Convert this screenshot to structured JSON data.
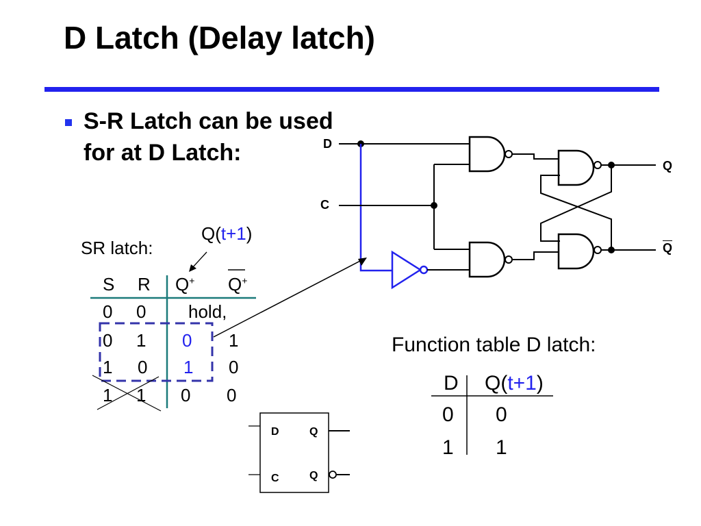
{
  "title": "D Latch (Delay latch)",
  "bullet": {
    "line1": "S-R Latch can be used",
    "line2": "for at D Latch:"
  },
  "circuit": {
    "input_d": "D",
    "input_c": "C",
    "output_q": "Q",
    "output_qbar": "Q"
  },
  "sr_latch": {
    "label": "SR latch:",
    "next_state": {
      "q": "Q(",
      "t": "t+1",
      "close": ")"
    },
    "headers": {
      "s": "S",
      "r": "R",
      "qplus": "Q",
      "qplus_sup": "+",
      "qbar_plus": "Q",
      "qbar_plus_sup": "+"
    },
    "rows": [
      {
        "s": "0",
        "r": "0",
        "q": "hold,",
        "qbar": ""
      },
      {
        "s": "0",
        "r": "1",
        "q": "0",
        "qbar": "1"
      },
      {
        "s": "1",
        "r": "0",
        "q": "1",
        "qbar": "0"
      },
      {
        "s": "1",
        "r": "1",
        "q": "0",
        "qbar": "0"
      }
    ]
  },
  "d_latch_table": {
    "label": "Function table D latch:",
    "col_d": "D",
    "col_q": {
      "q": "Q(",
      "t": "t+1",
      "close": ")"
    },
    "rows": [
      {
        "d": "0",
        "q": "0"
      },
      {
        "d": "1",
        "q": "1"
      }
    ]
  },
  "symbol": {
    "d": "D",
    "q": "Q",
    "c": "C",
    "qbar": "Q"
  },
  "colors": {
    "accent": "#2222ee",
    "teal": "#1a7a7a",
    "dashed_box": "#3333aa"
  }
}
